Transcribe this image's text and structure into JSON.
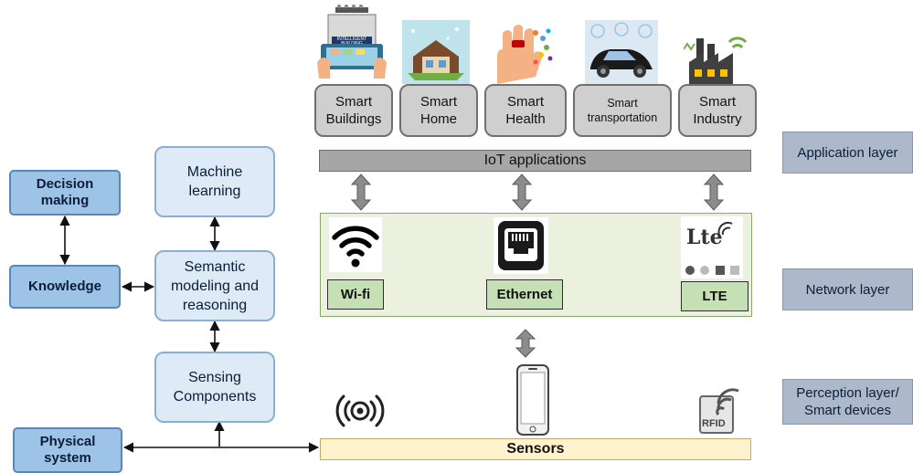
{
  "applications": [
    {
      "id": "smart-buildings",
      "label": "Smart\nBuildings",
      "icon": "intelligent-building-icon"
    },
    {
      "id": "smart-home",
      "label": "Smart\nHome",
      "icon": "house-icon"
    },
    {
      "id": "smart-health",
      "label": "Smart\nHealth",
      "icon": "health-hand-icon"
    },
    {
      "id": "smart-transportation",
      "label": "Smart\ntransportation",
      "icon": "car-icon"
    },
    {
      "id": "smart-industry",
      "label": "Smart\nIndustry",
      "icon": "factory-icon"
    }
  ],
  "iot_bar": "IoT applications",
  "network": {
    "wifi": "Wi-fi",
    "ethernet": "Ethernet",
    "lte": "LTE",
    "lte_logo": "Lte"
  },
  "sensors_bar": "Sensors",
  "rfid_text": "RFID",
  "layers": {
    "application": "Application layer",
    "network": "Network layer",
    "perception": "Perception layer/\nSmart devices"
  },
  "left": {
    "decision_making": "Decision\nmaking",
    "knowledge": "Knowledge",
    "physical_system": "Physical\nsystem",
    "machine_learning": "Machine\nlearning",
    "semantic": "Semantic\nmodeling and\nreasoning",
    "sensing": "Sensing\nComponents"
  },
  "building_sign": "INTELLIGENT\nBUILDING",
  "colors": {
    "blue_box": "#9dc3e6",
    "light_box": "#deebf7",
    "app_label": "#cfcfcf",
    "iot_bar": "#a6a6a6",
    "network_panel": "#ebf1de",
    "sensors_bar": "#fff2cc",
    "layer_box": "#adb9ca",
    "net_label": "#c5e0b4"
  }
}
